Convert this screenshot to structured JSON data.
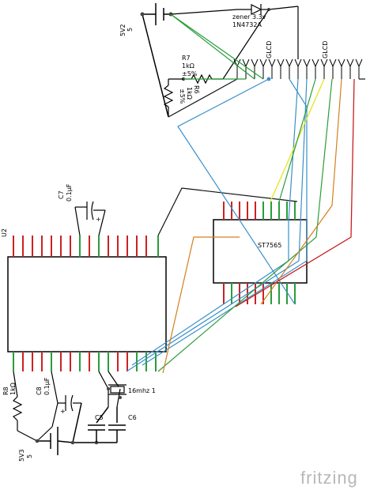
{
  "labels": {
    "u2": "U2",
    "v5v2_name": "5V2",
    "v5v2_val": "5",
    "zener_name": "zener 3.3v",
    "zener_part": "1N4732A",
    "r7_name": "R7",
    "r7_val": "1kΩ",
    "r7_tol": "±5%",
    "r6_name": "R6",
    "r6_val": "1kΩ",
    "r6_tol": "±5%",
    "glcd_a": "GLCD",
    "glcd_b": "GLCD",
    "st7565": "ST7565",
    "c7_name": "C7",
    "c7_val": "0.1µF",
    "r8_name": "R8",
    "r8_val": "1kΩ",
    "c8_name": "C8",
    "c8_val": "0.1µF",
    "xtal": "16mhz 1",
    "c5": "C5",
    "c6": "C6",
    "v5v3_name": "5V3",
    "v5v3_val": "5",
    "brand": "fritzing"
  },
  "colors": {
    "wire_black": "#111111",
    "wire_green": "#2a9d3a",
    "wire_blue": "#3a8fc9",
    "wire_yellow": "#e6e62e",
    "wire_orange": "#d2801e",
    "wire_red": "#c81e1e",
    "pin_red": "#cc2222",
    "pin_green": "#2a9d3a"
  }
}
